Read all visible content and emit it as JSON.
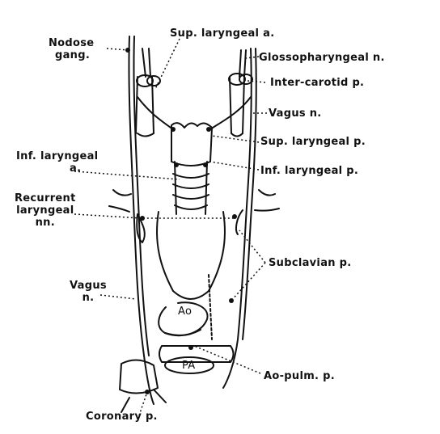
{
  "labels": {
    "nodose_line1": "Nodose",
    "nodose_line2": "gang.",
    "sup_laryngeal_a": "Sup. laryngeal a.",
    "glossopharyngeal": "Glossopharyngeal n.",
    "inter_carotid": "Inter-carotid p.",
    "vagus_top": "Vagus n.",
    "sup_laryngeal_p": "Sup. laryngeal p.",
    "inf_laryngeal_a_line1": "Inf. laryngeal",
    "inf_laryngeal_a_line2": "a.",
    "inf_laryngeal_p": "Inf. laryngeal p.",
    "recurrent_line1": "Recurrent",
    "recurrent_line2": "laryngeal",
    "recurrent_line3": "nn.",
    "subclavian": "Subclavian p.",
    "vagus_left_line1": "Vagus",
    "vagus_left_line2": "n.",
    "ao": "Ao",
    "pa": "PA",
    "ao_pulm": "Ao-pulm. p.",
    "coronary": "Coronary p."
  }
}
